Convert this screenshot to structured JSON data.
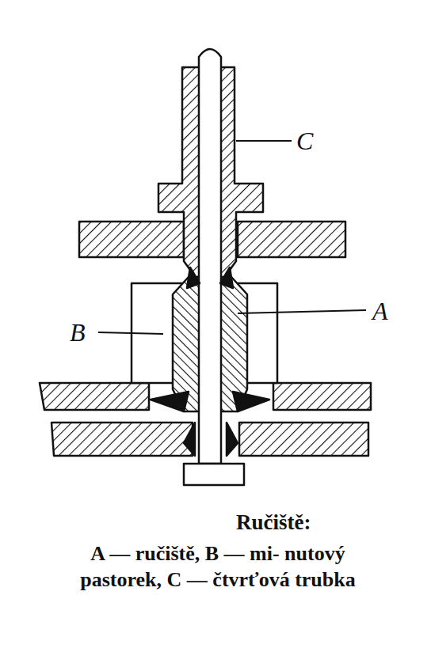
{
  "diagram": {
    "title": "Ručiště:",
    "caption": "A — ručiště, B — mi- nutový pastorek, C — čtvrťová trubka",
    "labels": [
      "C",
      "B",
      "A"
    ]
  }
}
